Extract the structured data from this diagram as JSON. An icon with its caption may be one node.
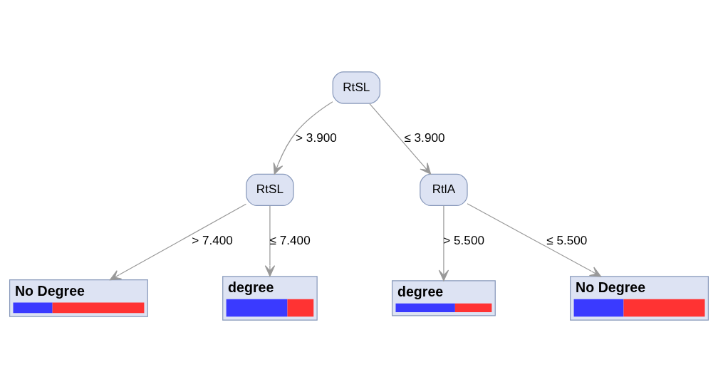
{
  "diagram": {
    "nodes": [
      {
        "text": [
          "RtSL"
        ]
      },
      {
        "text": [
          "RtSL"
        ]
      },
      {
        "text": [
          "RtlA"
        ]
      },
      {
        "text": [
          "No Degree"
        ]
      },
      {
        "text": [
          "degree"
        ]
      },
      {
        "text": [
          "degree"
        ]
      },
      {
        "text": [
          "No Degree"
        ]
      }
    ],
    "edges": [
      {
        "from": 0,
        "to": 1,
        "arrow": "to",
        "label": "> 3.900"
      },
      {
        "from": 0,
        "to": 2,
        "arrow": "to",
        "label": "≤ 3.900"
      },
      {
        "from": 1,
        "to": 3,
        "arrow": "to",
        "label": "> 7.400"
      },
      {
        "from": 1,
        "to": 4,
        "arrow": "to",
        "label": "≤ 7.400"
      },
      {
        "from": 2,
        "to": 5,
        "arrow": "to",
        "label": "> 5.500"
      },
      {
        "from": 2,
        "to": 6,
        "arrow": "to",
        "label": "≤ 5.500"
      }
    ]
  }
}
